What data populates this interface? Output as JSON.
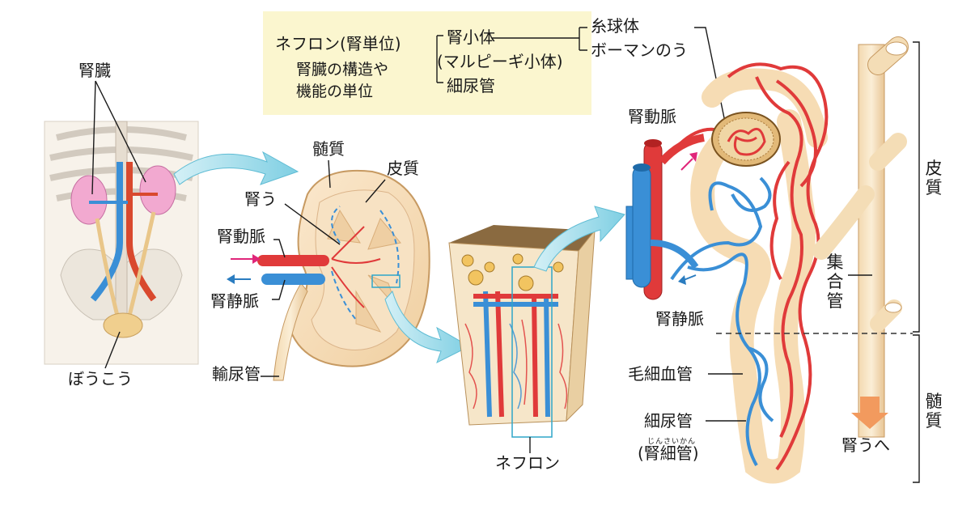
{
  "legend": {
    "nephron": "ネフロン(腎単位)",
    "nephron_desc_1": "腎臓の構造や",
    "nephron_desc_2": "機能の単位",
    "renal_corpuscle": "腎小体",
    "malpighi": "(マルピーギ小体)",
    "glomerulus": "糸球体",
    "bowman": "ボーマンのう",
    "tubule": "細尿管"
  },
  "body": {
    "kidney": "腎臓",
    "bladder": "ぼうこう"
  },
  "kidney_section": {
    "medulla": "髄質",
    "cortex": "皮質",
    "pelvis": "腎う",
    "renal_artery": "腎動脈",
    "renal_vein": "腎静脈",
    "ureter": "輸尿管"
  },
  "block": {
    "nephron": "ネフロン"
  },
  "nephron_detail": {
    "renal_artery": "腎動脈",
    "renal_vein": "腎静脈",
    "collecting_duct": "集合管",
    "capillary": "毛細血管",
    "tubule": "細尿管",
    "kidney_tubule": "(腎細管)",
    "kidney_tubule_ruby": "じんさいかん",
    "to_pelvis": "腎うへ",
    "cortex": "皮質",
    "medulla": "髄質"
  },
  "colors": {
    "artery": "#e03a3a",
    "vein": "#3a8fd6",
    "tissue": "#f6dcb4",
    "legend_bg": "#fbf6cf"
  }
}
